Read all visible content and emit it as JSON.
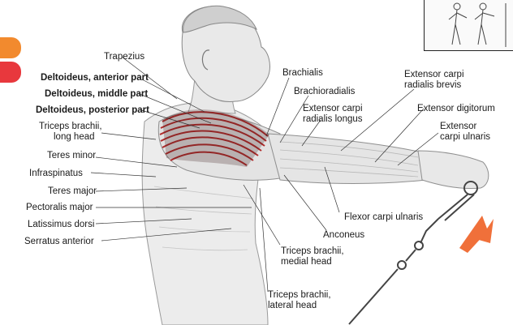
{
  "colors": {
    "tab_top": "#f28a2e",
    "tab_bottom": "#e8383d",
    "arrow": "#f0703a",
    "muscle_red": "#b02a2a",
    "ink": "#1a1a1a"
  },
  "labels": {
    "trapezius": "Trapezius",
    "deltoid_anterior": "Deltoideus, anterior part",
    "deltoid_middle": "Deltoideus, middle part",
    "deltoid_posterior": "Deltoideus, posterior part",
    "triceps_long_1": "Triceps brachii,",
    "triceps_long_2": "long head",
    "teres_minor": "Teres minor",
    "infraspinatus": "Infraspinatus",
    "teres_major": "Teres major",
    "pectoralis_major": "Pectoralis major",
    "latissimus_dorsi": "Latissimus dorsi",
    "serratus_anterior": "Serratus anterior",
    "brachialis": "Brachialis",
    "brachioradialis": "Brachioradialis",
    "ecr_longus_1": "Extensor carpi",
    "ecr_longus_2": "radialis longus",
    "ecr_brevis_1": "Extensor carpi",
    "ecr_brevis_2": "radialis brevis",
    "ext_digitorum": "Extensor digitorum",
    "ecu_1": "Extensor",
    "ecu_2": "carpi ulnaris",
    "flexor_carpi_ulnaris": "Flexor carpi ulnaris",
    "anconeus": "Anconeus",
    "triceps_medial_1": "Triceps brachii,",
    "triceps_medial_2": "medial head",
    "triceps_lateral_1": "Triceps brachii,",
    "triceps_lateral_2": "lateral head"
  }
}
